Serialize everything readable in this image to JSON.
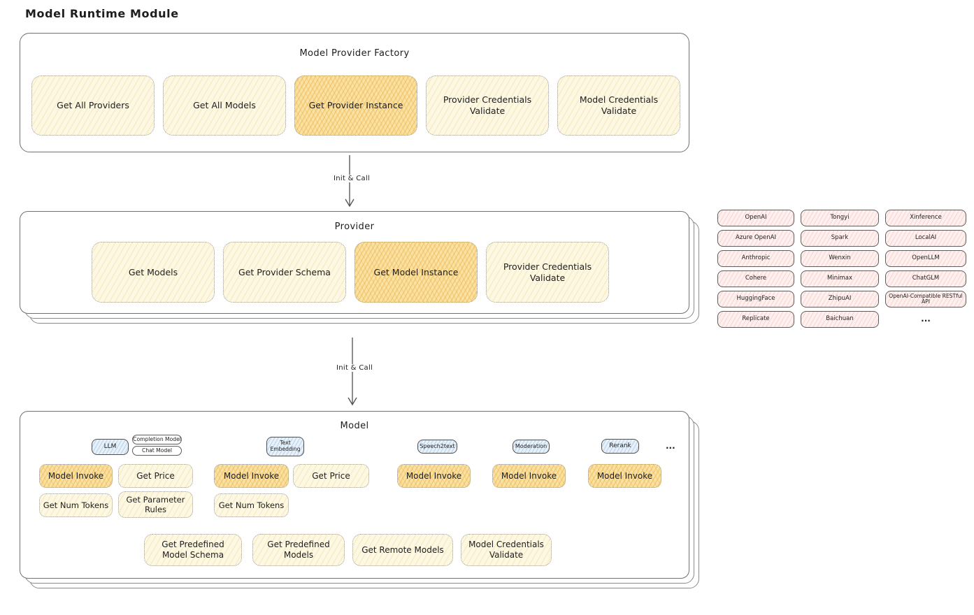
{
  "title": "Model Runtime Module",
  "connection_label": "Init & Call",
  "factory": {
    "title": "Model Provider Factory",
    "items": [
      "Get All Providers",
      "Get All Models",
      "Get Provider Instance",
      "Provider Credentials Validate",
      "Model Credentials Validate"
    ]
  },
  "provider": {
    "title": "Provider",
    "items": [
      "Get Models",
      "Get Provider Schema",
      "Get Model Instance",
      "Provider Credentials Validate"
    ]
  },
  "providers_list": {
    "rows": [
      [
        "OpenAI",
        "Tongyi",
        "Xinference"
      ],
      [
        "Azure OpenAI",
        "Spark",
        "LocalAI"
      ],
      [
        "Anthropic",
        "Wenxin",
        "OpenLLM"
      ],
      [
        "Cohere",
        "Minimax",
        "ChatGLM"
      ],
      [
        "HuggingFace",
        "ZhipuAI",
        "OpenAI-Compatible RESTful API"
      ],
      [
        "Replicate",
        "Baichuan",
        "..."
      ]
    ]
  },
  "model": {
    "title": "Model",
    "types": {
      "llm": "LLM",
      "completion": "Completion Model",
      "chat": "Chat Model",
      "text_embedding": "Text Embedding",
      "speech2text": "Speech2text",
      "moderation": "Moderation",
      "rerank": "Rerank",
      "more": "..."
    },
    "ops": {
      "model_invoke": "Model Invoke",
      "get_price": "Get Price",
      "get_num_tokens": "Get Num Tokens",
      "get_parameter_rules": "Get Parameter Rules"
    },
    "shared_ops": [
      "Get Predefined Model Schema",
      "Get Predefined Models",
      "Get Remote Models",
      "Model Credentials Validate"
    ]
  },
  "colors": {
    "node_yellow": "#fdf8e4",
    "node_orange": "#fae1a4",
    "provider_pink": "#fdf0ee",
    "type_blue": "#e7f1fa"
  }
}
